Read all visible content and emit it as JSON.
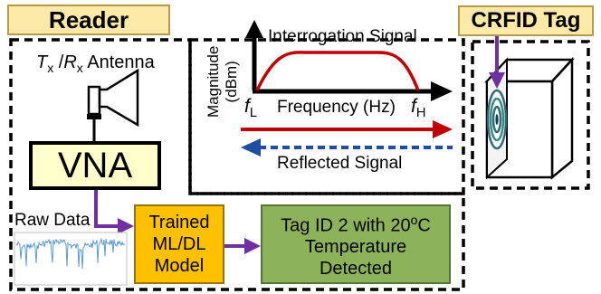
{
  "reader_title": "Reader",
  "tag_title": "CRFID Tag",
  "antenna_label": {
    "tx": "T",
    "tx_sub": "x",
    "sep": " /",
    "rx": "R",
    "rx_sub": "x",
    "suffix": " Antenna"
  },
  "vna_label": "VNA",
  "raw_data_label": "Raw Data",
  "ml_box": {
    "line1": "Trained",
    "line2": "ML/DL",
    "line3": "Model"
  },
  "result_box": {
    "line1_pre": "Tag ID 2 with 20",
    "line1_sup": "o",
    "line1_post": "C",
    "line2": "Temperature",
    "line3": "Detected"
  },
  "spectrum": {
    "y_label_line1": "Magnitude",
    "y_label_line2": "(dBm)",
    "signal_label": "Interrogation Signal",
    "x_label": "Frequency (Hz)",
    "f_low": "f",
    "f_low_sub": "L",
    "f_high": "f",
    "f_high_sub": "H"
  },
  "reflected_label": "Reflected Signal",
  "colors": {
    "title_fill": "#fce9a8",
    "vna_fill": "#ffffcc",
    "ml_fill": "#ffc000",
    "result_fill": "#8cb35a",
    "signal_red": "#c00000",
    "reflect_blue": "#1f4ea0",
    "arrow_purple": "#7030a0",
    "raw_line": "#5b9bd5"
  }
}
